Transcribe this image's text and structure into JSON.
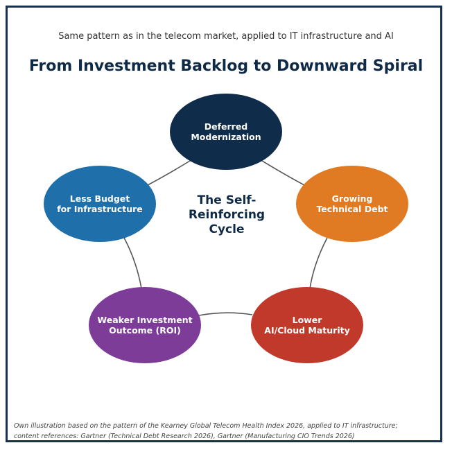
{
  "header": {
    "subtitle": "Same pattern as in the telecom market, applied to IT infrastructure and AI",
    "title": "From Investment Backlog to Downward Spiral"
  },
  "cycle": {
    "center_label": "The Self-\nReinforcing\nCycle",
    "nodes": [
      {
        "label": "Deferred\nModernization",
        "color": "#0f2d4b"
      },
      {
        "label": "Growing\nTechnical Debt",
        "color": "#e07b24"
      },
      {
        "label": "Lower\nAI/Cloud Maturity",
        "color": "#c0392b"
      },
      {
        "label": "Weaker Investment\nOutcome (ROI)",
        "color": "#7d3c98"
      },
      {
        "label": "Less Budget\nfor Infrastructure",
        "color": "#1f6faa"
      }
    ]
  },
  "footnote": {
    "line1": "Own illustration based on the pattern of the Kearney Global Telecom Health Index 2026, applied to IT infrastructure;",
    "line2": "content references: Gartner (Technical Debt Research 2026), Gartner (Manufacturing CIO Trends 2026)"
  }
}
